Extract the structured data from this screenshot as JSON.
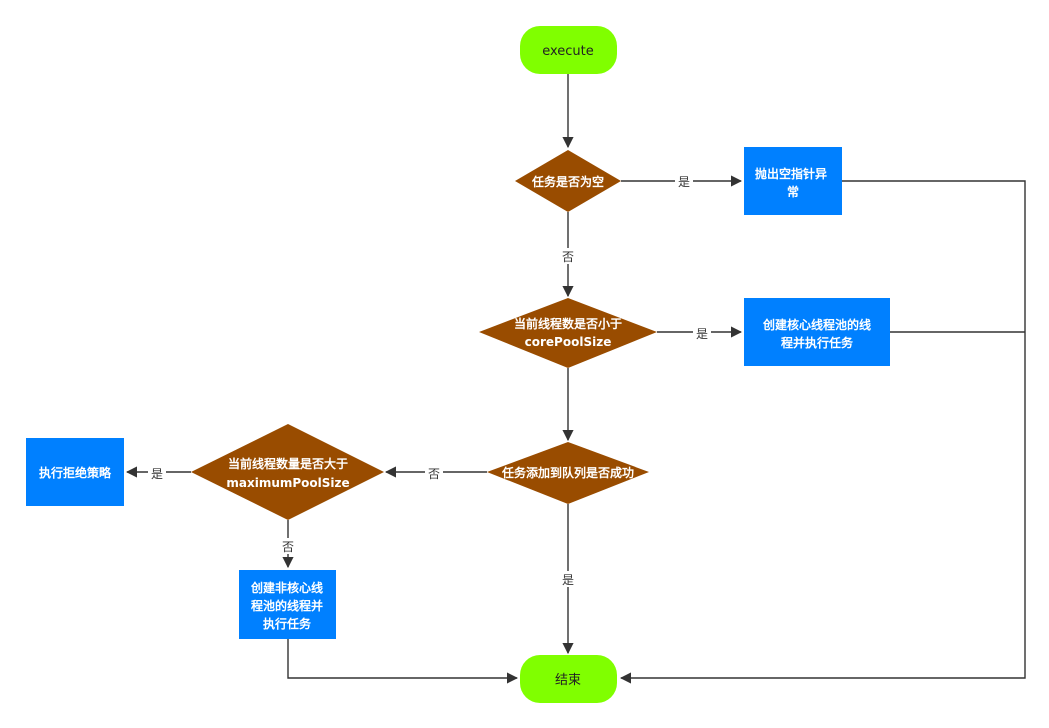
{
  "colors": {
    "terminal": "#80ff00",
    "decision": "#994c00",
    "process": "#0080ff",
    "edge": "#333333"
  },
  "nodes": {
    "execute": {
      "label": "execute"
    },
    "task_null": {
      "label": "任务是否为空"
    },
    "throw_npe": {
      "label_lines": [
        "抛出空指针异",
        "常"
      ]
    },
    "lt_core": {
      "label_lines": [
        "当前线程数是否小于",
        "corePoolSize"
      ]
    },
    "create_core": {
      "label_lines": [
        "创建核心线程池的线",
        "程并执行任务"
      ]
    },
    "queue_ok": {
      "label": "任务添加到队列是否成功"
    },
    "gt_max": {
      "label_lines": [
        "当前线程数量是否大于",
        "maximumPoolSize"
      ]
    },
    "reject": {
      "label": "执行拒绝策略"
    },
    "create_noncore": {
      "label_lines": [
        "创建非核心线",
        "程池的线程并",
        "执行任务"
      ]
    },
    "end": {
      "label": "结束"
    }
  },
  "edge_labels": {
    "null_yes": "是",
    "null_no": "否",
    "core_yes": "是",
    "queue_no": "否",
    "queue_yes": "是",
    "max_yes": "是",
    "max_no": "否"
  }
}
